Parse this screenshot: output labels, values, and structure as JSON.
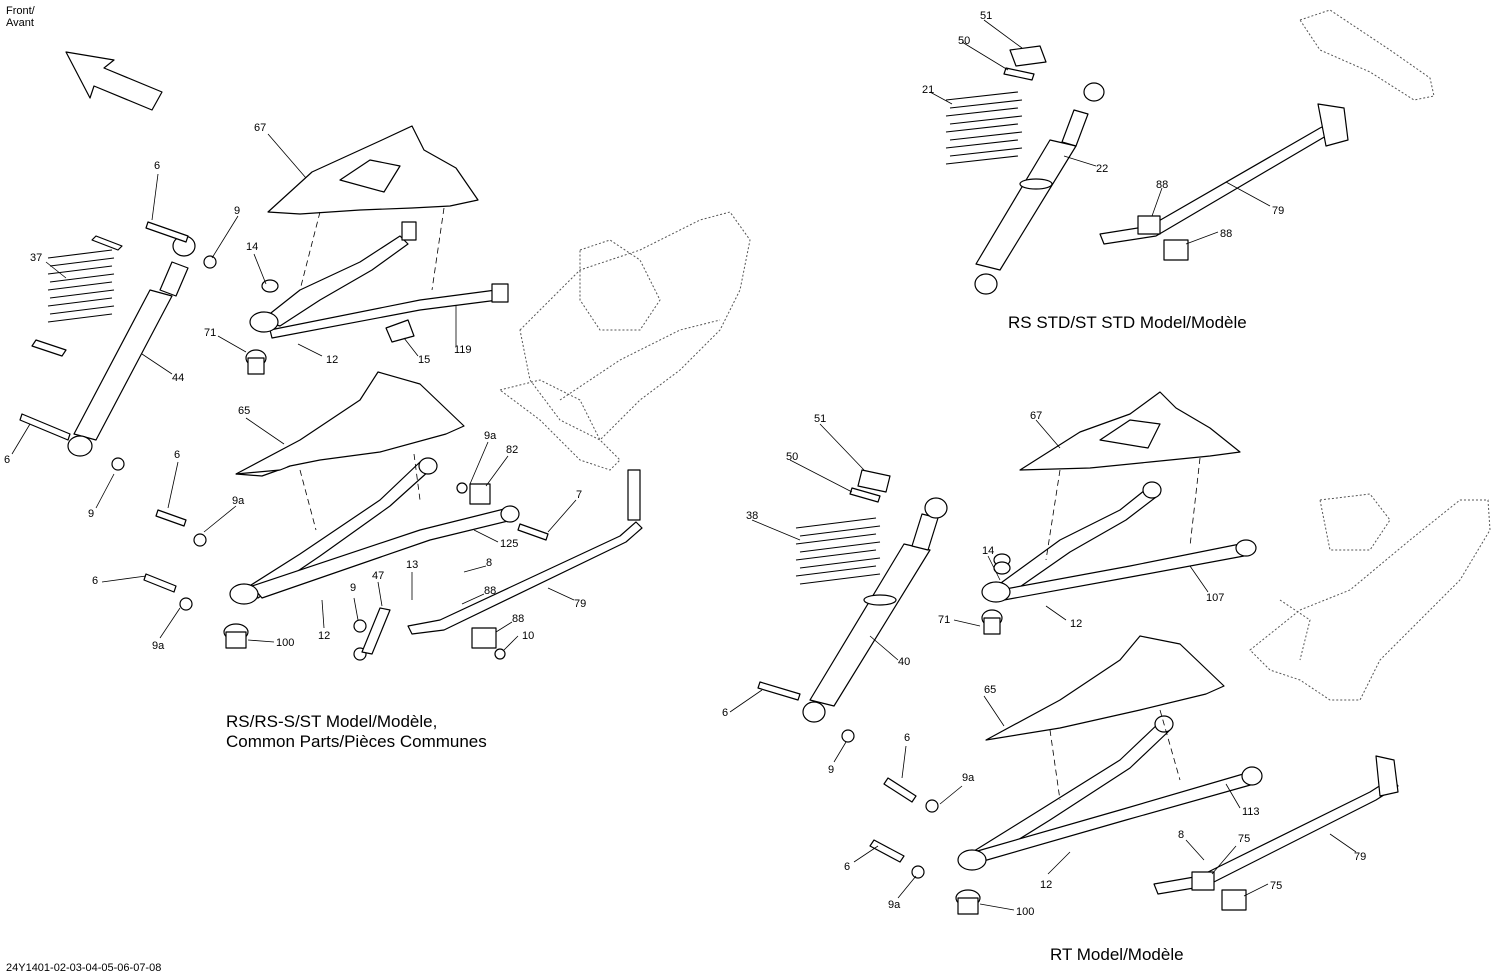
{
  "orientation": {
    "line1": "Front/",
    "line2": "Avant"
  },
  "captions": {
    "common": {
      "line1": "RS/RS-S/ST Model/Modèle,",
      "line2": "Common Parts/Pièces Communes"
    },
    "rs_std": "RS STD/ST STD Model/Modèle",
    "rt": "RT Model/Modèle"
  },
  "drawing_number": "24Y1401-02-03-04-05-06-07-08",
  "callouts": [
    "67",
    "6",
    "9",
    "37",
    "14",
    "71",
    "12",
    "15",
    "119",
    "44",
    "65",
    "6",
    "9",
    "9a",
    "82",
    "6",
    "9a",
    "7",
    "6",
    "125",
    "47",
    "13",
    "8",
    "9",
    "12",
    "88",
    "79",
    "9a",
    "100",
    "88",
    "10",
    "51",
    "50",
    "21",
    "22",
    "88",
    "79",
    "88",
    "51",
    "50",
    "38",
    "67",
    "14",
    "107",
    "71",
    "12",
    "40",
    "6",
    "9",
    "65",
    "6",
    "9a",
    "113",
    "8",
    "75",
    "79",
    "6",
    "12",
    "75",
    "9a",
    "100"
  ]
}
